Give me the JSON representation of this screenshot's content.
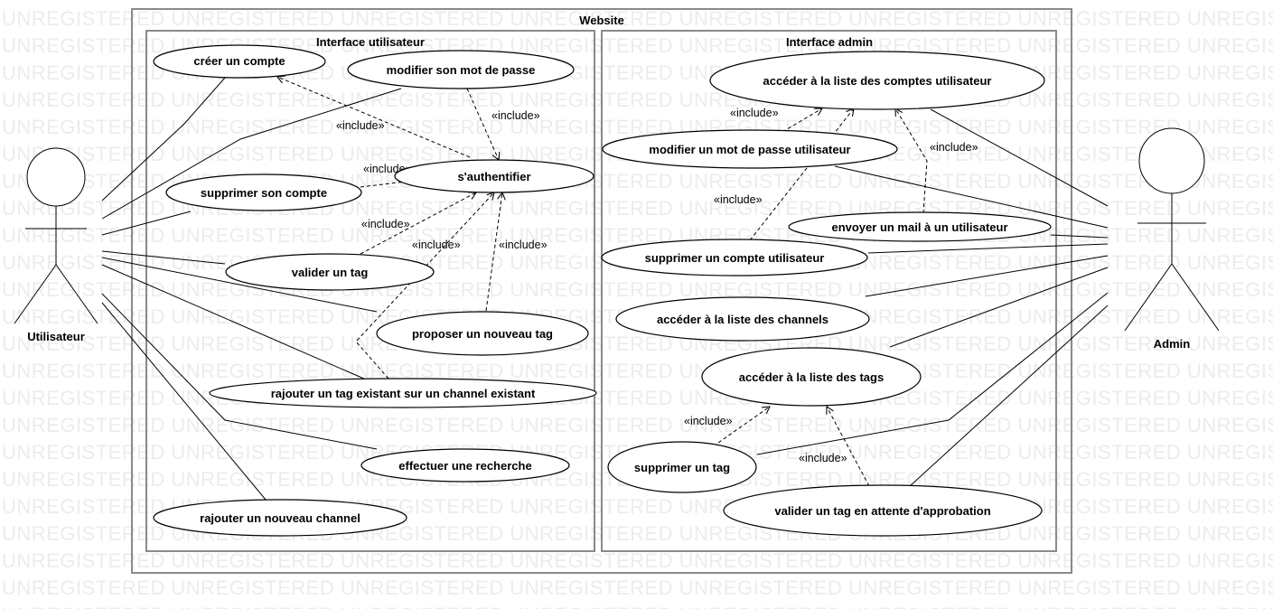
{
  "watermark": "UNREGISTERED",
  "system": {
    "title": "Website"
  },
  "packages": {
    "user": "Interface utilisateur",
    "admin": "Interface admin"
  },
  "actors": {
    "user": "Utilisateur",
    "admin": "Admin"
  },
  "include_label": "«include»",
  "use_cases": {
    "creer_compte": "créer un compte",
    "modifier_mdp": "modifier son mot de passe",
    "authentifier": "s'authentifier",
    "supprimer_compte": "supprimer son compte",
    "valider_tag": "valider un tag",
    "proposer_tag": "proposer un nouveau tag",
    "rajouter_tag": "rajouter un tag existant sur un channel existant",
    "recherche": "effectuer une recherche",
    "nouveau_channel": "rajouter un nouveau channel",
    "liste_comptes": "accéder à la liste des comptes utilisateur",
    "modifier_mdp_user": "modifier un mot de passe utilisateur",
    "envoyer_mail": "envoyer un mail à un utilisateur",
    "supprimer_compte_user": "supprimer un compte utilisateur",
    "liste_channels": "accéder à la liste des channels",
    "liste_tags": "accéder à la liste des tags",
    "supprimer_tag": "supprimer un tag",
    "valider_attente": "valider un tag en attente d'approbation"
  }
}
